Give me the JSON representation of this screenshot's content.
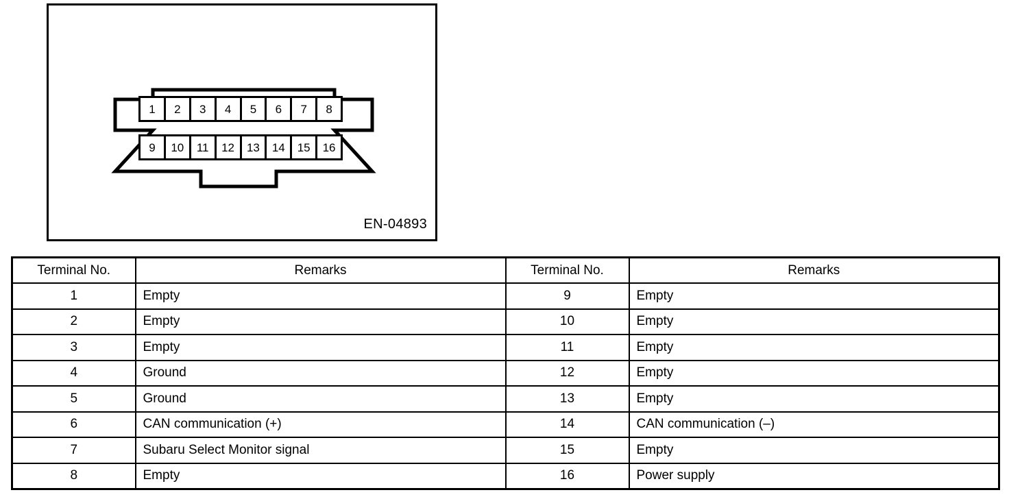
{
  "figure": {
    "caption": "EN-04893",
    "connector_name": "data-link-connector",
    "pins_top": [
      "1",
      "2",
      "3",
      "4",
      "5",
      "6",
      "7",
      "8"
    ],
    "pins_bottom": [
      "9",
      "10",
      "11",
      "12",
      "13",
      "14",
      "15",
      "16"
    ]
  },
  "table": {
    "headers": {
      "terminal_no": "Terminal No.",
      "remarks": "Remarks"
    },
    "left": [
      {
        "terminal": "1",
        "remark": "Empty"
      },
      {
        "terminal": "2",
        "remark": "Empty"
      },
      {
        "terminal": "3",
        "remark": "Empty"
      },
      {
        "terminal": "4",
        "remark": "Ground"
      },
      {
        "terminal": "5",
        "remark": "Ground"
      },
      {
        "terminal": "6",
        "remark": "CAN communication (+)"
      },
      {
        "terminal": "7",
        "remark": "Subaru Select Monitor signal"
      },
      {
        "terminal": "8",
        "remark": "Empty"
      }
    ],
    "right": [
      {
        "terminal": "9",
        "remark": "Empty"
      },
      {
        "terminal": "10",
        "remark": "Empty"
      },
      {
        "terminal": "11",
        "remark": "Empty"
      },
      {
        "terminal": "12",
        "remark": "Empty"
      },
      {
        "terminal": "13",
        "remark": "Empty"
      },
      {
        "terminal": "14",
        "remark": "CAN communication (–)"
      },
      {
        "terminal": "15",
        "remark": "Empty"
      },
      {
        "terminal": "16",
        "remark": "Power supply"
      }
    ]
  },
  "colors": {
    "ink": "#000000",
    "paper": "#ffffff"
  }
}
